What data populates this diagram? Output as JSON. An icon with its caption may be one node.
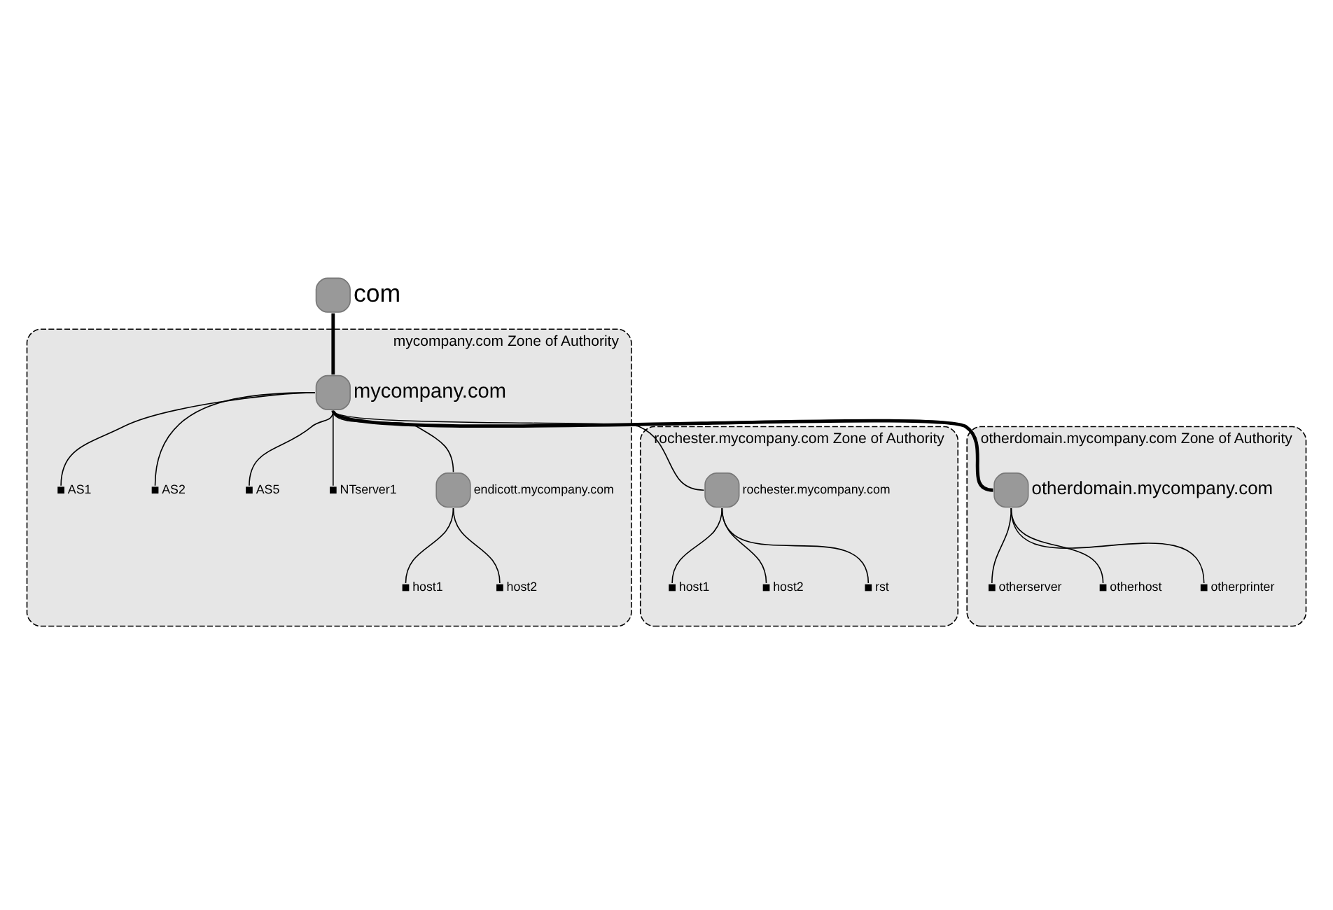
{
  "diagram": {
    "nodes": [
      {
        "text": [],
        "shape": "circle",
        "beside": [
          "com"
        ]
      },
      {
        "text": [
          "mycompany.com Zone of Authority"
        ]
      },
      {
        "text": [],
        "shape": "circle",
        "beside": [
          "mycompany.com"
        ],
        "in": 1
      },
      {
        "text": [],
        "shape": "dot",
        "beside": [
          "AS1"
        ],
        "in": 1
      },
      {
        "text": [],
        "shape": "dot",
        "beside": [
          "AS2"
        ],
        "in": 1
      },
      {
        "text": [],
        "shape": "dot",
        "beside": [
          "AS5"
        ],
        "in": 1
      },
      {
        "text": [],
        "shape": "dot",
        "beside": [
          "NTserver1"
        ],
        "in": 1
      },
      {
        "text": [],
        "shape": "circle",
        "beside": [
          "endicott.mycompany.com"
        ],
        "in": 1
      },
      {
        "text": [],
        "shape": "dot",
        "beside": [
          "host1"
        ],
        "in": 1
      },
      {
        "text": [],
        "shape": "dot",
        "beside": [
          "host2"
        ],
        "in": 1
      },
      {
        "text": [
          "rochester.mycompany.com Zone of Authority"
        ]
      },
      {
        "text": [],
        "shape": "circle",
        "beside": [
          "rochester.mycompany.com"
        ],
        "in": 10
      },
      {
        "text": [],
        "shape": "dot",
        "beside": [
          "host1"
        ],
        "in": 10
      },
      {
        "text": [],
        "shape": "dot",
        "beside": [
          "host2"
        ],
        "in": 10
      },
      {
        "text": [],
        "shape": "dot",
        "beside": [
          "rst"
        ],
        "in": 10
      },
      {
        "text": [
          "otherdomain.mycompany.com Zone of Authority"
        ]
      },
      {
        "text": [],
        "shape": "circle",
        "beside": [
          "otherdomain.mycompany.com"
        ],
        "in": 15
      },
      {
        "text": [],
        "shape": "dot",
        "beside": [
          "otherserver"
        ],
        "in": 15
      },
      {
        "text": [],
        "shape": "dot",
        "beside": [
          "otherhost"
        ],
        "in": 15
      },
      {
        "text": [],
        "shape": "dot",
        "beside": [
          "otherprinter"
        ],
        "in": 15
      }
    ],
    "edges": [
      {
        "from": 0,
        "to": 2,
        "arrow": "none",
        "style": "thick"
      },
      {
        "from": 2,
        "to": 3,
        "arrow": "none"
      },
      {
        "from": 2,
        "to": 4,
        "arrow": "none"
      },
      {
        "from": 2,
        "to": 5,
        "arrow": "none"
      },
      {
        "from": 2,
        "to": 6,
        "arrow": "none"
      },
      {
        "from": 2,
        "to": 7,
        "arrow": "none"
      },
      {
        "from": 7,
        "to": 8,
        "arrow": "none"
      },
      {
        "from": 7,
        "to": 9,
        "arrow": "none"
      },
      {
        "from": 2,
        "to": 11,
        "arrow": "none"
      },
      {
        "from": 11,
        "to": 12,
        "arrow": "none"
      },
      {
        "from": 11,
        "to": 13,
        "arrow": "none"
      },
      {
        "from": 11,
        "to": 14,
        "arrow": "none"
      },
      {
        "from": 2,
        "to": 16,
        "arrow": "none",
        "style": "thick"
      },
      {
        "from": 16,
        "to": 17,
        "arrow": "none"
      },
      {
        "from": 16,
        "to": 18,
        "arrow": "none"
      },
      {
        "from": 16,
        "to": 19,
        "arrow": "none"
      }
    ]
  }
}
